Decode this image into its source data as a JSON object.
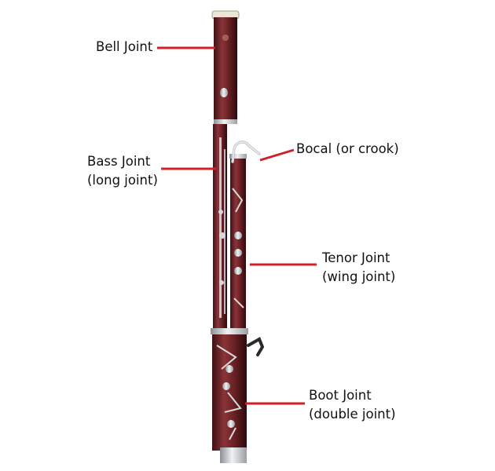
{
  "colors": {
    "background": "#ffffff",
    "leader_line": "#d0202a",
    "wood_dark": "#4a1418",
    "wood_mid": "#7a2a2e",
    "wood_light": "#9a4448",
    "metal": "#c9cccf",
    "metal_dark": "#7f8388",
    "ivory": "#e8e2cf"
  },
  "labels": {
    "bell_joint": {
      "line1": "Bell Joint"
    },
    "bass_joint": {
      "line1": "Bass Joint",
      "line2": "(long joint)"
    },
    "bocal": {
      "line1": "Bocal (or crook)"
    },
    "tenor_joint": {
      "line1": "Tenor Joint",
      "line2": "(wing joint)"
    },
    "boot_joint": {
      "line1": "Boot Joint",
      "line2": "(double joint)"
    }
  }
}
